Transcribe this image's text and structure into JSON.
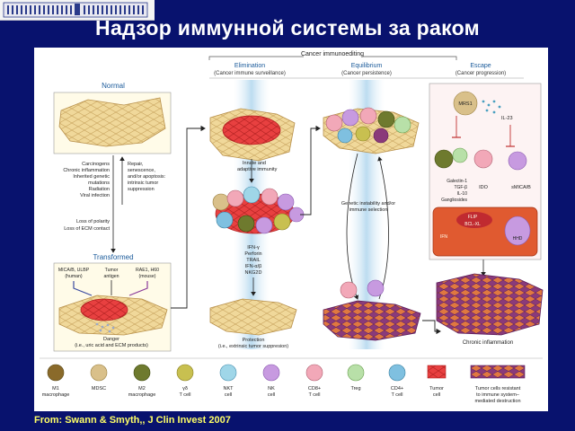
{
  "slide": {
    "title": "Надзор иммунной системы за раком",
    "citation": "From: Swann & Smyth,, J Clin Invest 2007"
  },
  "diagram": {
    "header": "Cancer immunoediting",
    "phases": [
      {
        "name": "Elimination",
        "sub": "(Cancer immune surveillance)"
      },
      {
        "name": "Equilibrium",
        "sub": "(Cancer persistence)"
      },
      {
        "name": "Escape",
        "sub": "(Cancer progression)"
      }
    ],
    "normal": "Normal",
    "transformed": "Transformed",
    "causes": [
      "Carcinogens",
      "Chronic inflammation",
      "Inherited genetic",
      "mutations",
      "Radiation",
      "Viral infection"
    ],
    "repair": [
      "Repair,",
      "senescence,",
      "and/or apoptosis:",
      "intrinsic tumor",
      "suppression"
    ],
    "loss": [
      "Loss of polarity",
      "Loss of ECM contact"
    ],
    "mica": [
      "MICA/B, ULBP",
      "(human)"
    ],
    "tumor_antigen": [
      "Tumor",
      "antigen"
    ],
    "rae": [
      "RAE1, H60",
      "(mouse)"
    ],
    "danger": [
      "Danger",
      "(i.e., uric acid and ECM products)"
    ],
    "innate": [
      "Innate and",
      "adaptive immunity"
    ],
    "effectors": [
      "IFN-γ",
      "Perforin",
      "TRAIL",
      "IFN-α/β",
      "NKG2D"
    ],
    "protection": [
      "Protection",
      "(i.e., extrinsic tumor suppresion)"
    ],
    "genetic": [
      "Genetic instability and/or",
      "immune selection"
    ],
    "mrs": "MRS1",
    "il23": "IL-23",
    "suppressors": [
      "Galectin-1",
      "TGF-β",
      "IL-10",
      "Gangliosides"
    ],
    "ido": "IDO",
    "smica": "sMICA/B",
    "flip": "FLIP",
    "bclxl": "BCL-XL",
    "ifn_short": "IFN",
    "hh": "HHD",
    "chronic": "Chronic inflammation",
    "legend": [
      {
        "label": [
          "M1",
          "macrophage"
        ],
        "color": "#8a6a2a"
      },
      {
        "label": [
          "MDSC"
        ],
        "color": "#d9c08a"
      },
      {
        "label": [
          "M2",
          "macrophage"
        ],
        "color": "#6e7a2e"
      },
      {
        "label": [
          "γδ",
          "T cell"
        ],
        "color": "#c8c050"
      },
      {
        "label": [
          "NKT",
          "cell"
        ],
        "color": "#9fd6e8"
      },
      {
        "label": [
          "NK",
          "cell"
        ],
        "color": "#c79ae0"
      },
      {
        "label": [
          "CD8+",
          "T cell"
        ],
        "color": "#f2a8b8"
      },
      {
        "label": [
          "Treg"
        ],
        "color": "#b8e0a8"
      },
      {
        "label": [
          "CD4+",
          "T cell"
        ],
        "color": "#7fc0e0"
      },
      {
        "label": [
          "Tumor",
          "cell"
        ],
        "color": "#e84040"
      },
      {
        "label": [
          "Tumor cells resistant",
          "to immune system–",
          "mediated destruction"
        ],
        "color": "#8a3a7a"
      }
    ],
    "colors": {
      "tumor": "#e84040",
      "tissue": "#f0d89a",
      "resistant": "#8a3a7a",
      "arrow": "#222222"
    }
  }
}
